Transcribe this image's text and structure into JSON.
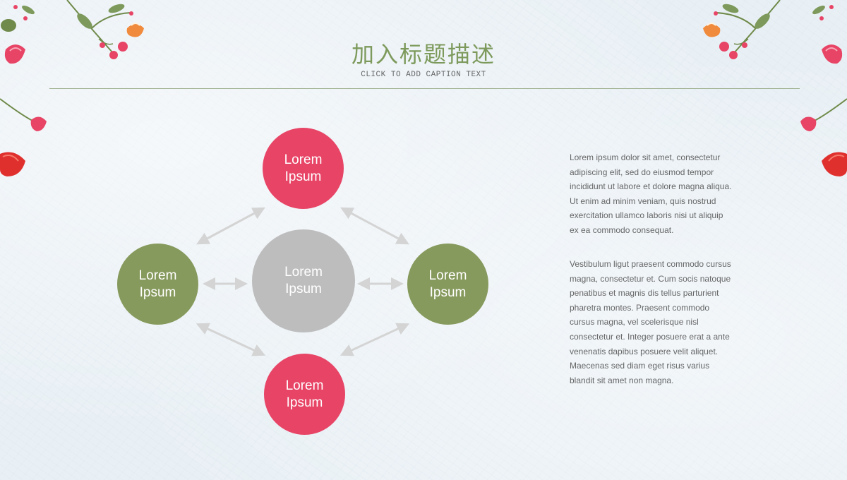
{
  "header": {
    "title": "加入标题描述",
    "subtitle": "CLICK TO ADD CAPTION TEXT"
  },
  "diagram": {
    "nodes": [
      {
        "id": "top",
        "label": "Lorem Ipsum",
        "color": "#e84466"
      },
      {
        "id": "left",
        "label": "Lorem Ipsum",
        "color": "#879a5d"
      },
      {
        "id": "center",
        "label": "Lorem Ipsum",
        "color": "#bdbdbd"
      },
      {
        "id": "right",
        "label": "Lorem Ipsum",
        "color": "#879a5d"
      },
      {
        "id": "bottom",
        "label": "Lorem Ipsum",
        "color": "#e84466"
      }
    ],
    "arrow_color": "#d4d4d4"
  },
  "text": {
    "paragraph1": "Lorem ipsum dolor sit amet, consectetur adipiscing elit, sed do eiusmod tempor incididunt ut labore et dolore magna aliqua. Ut enim ad minim veniam, quis nostrud exercitation ullamco laboris nisi ut aliquip ex ea commodo consequat.",
    "paragraph2": "Vestibulum ligut praesent commodo cursus magna, consectetur et. Cum socis natoque penatibus et magnis dis tellus parturient pharetra montes. Praesent commodo cursus magna, vel scelerisque nisl consectetur et. Integer posuere erat a ante venenatis dapibus posuere velit aliquet. Maecenas sed diam eget risus varius blandit sit amet non magna."
  },
  "colors": {
    "accent_green": "#7d9a5c",
    "pink": "#e84466",
    "node_green": "#879a5d",
    "node_gray": "#bdbdbd"
  }
}
